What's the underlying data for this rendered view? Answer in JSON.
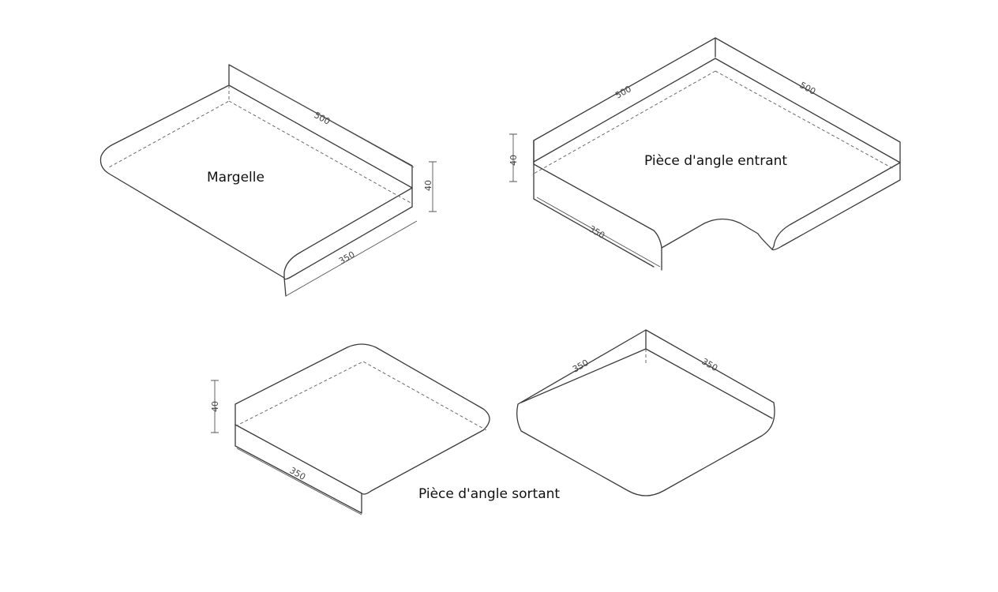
{
  "labels": {
    "margelle": "Margelle",
    "angle_entrant": "Pièce d'angle entrant",
    "angle_sortant": "Pièce d'angle sortant"
  },
  "dimensions": {
    "margelle_length": "500",
    "margelle_depth": "350",
    "margelle_thickness": "40",
    "entrant_side_a": "500",
    "entrant_side_b": "500",
    "entrant_depth": "350",
    "entrant_thickness": "40",
    "sortant_depth": "350",
    "sortant_thickness": "40",
    "sortant_top_a": "350",
    "sortant_top_b": "350"
  }
}
